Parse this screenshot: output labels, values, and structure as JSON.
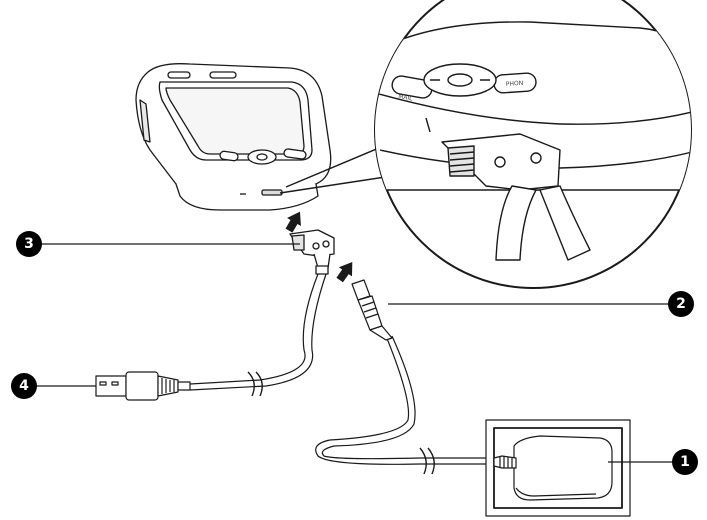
{
  "callouts": [
    {
      "id": "1",
      "label": "1"
    },
    {
      "id": "2",
      "label": "2"
    },
    {
      "id": "3",
      "label": "3"
    },
    {
      "id": "4",
      "label": "4"
    }
  ],
  "magnifier": {
    "button_left": "MAIL",
    "button_right": "PHON"
  },
  "colors": {
    "ink": "#1a1a1a",
    "cable": "#ffffff",
    "device": "#ffffff",
    "callout_bg": "#000000"
  },
  "icons": [
    "pda-device-icon",
    "sync-connector-icon",
    "ac-adapter-icon",
    "usb-plug-icon",
    "insert-arrow-icon",
    "magnifier-icon"
  ]
}
